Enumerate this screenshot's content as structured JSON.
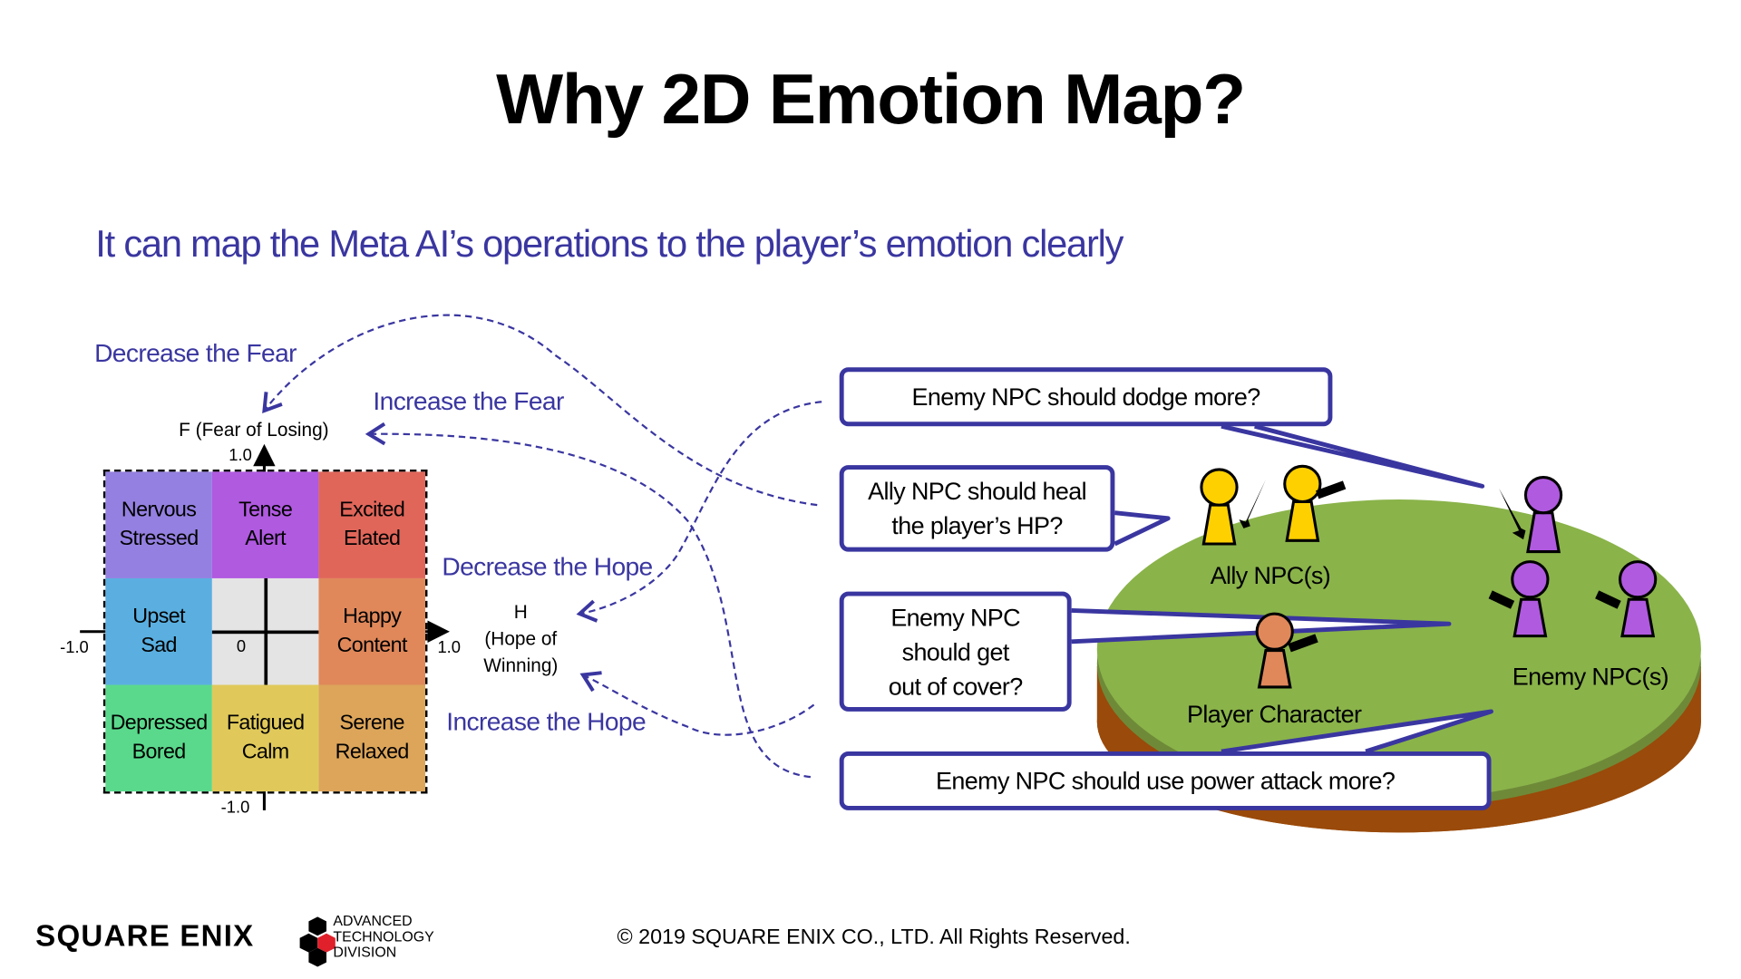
{
  "title": "Why 2D Emotion Map?",
  "subtitle": "It can map the Meta AI’s operations to the player’s emotion clearly",
  "arrows": {
    "decrease_fear": "Decrease the Fear",
    "increase_fear": "Increase the Fear",
    "decrease_hope": "Decrease the Hope",
    "increase_hope": "Increase the Hope"
  },
  "emotion_map": {
    "y_axis_label": "F (Fear of Losing)",
    "y_max": "1.0",
    "y_min": "-1.0",
    "x_min": "-1.0",
    "x_max": "1.0",
    "origin": "0",
    "x_axis_label": [
      "H",
      "(Hope of",
      "Winning)"
    ],
    "cells": [
      {
        "l1": "Nervous",
        "l2": "Stressed",
        "color": "#9480e0"
      },
      {
        "l1": "Tense",
        "l2": "Alert",
        "color": "#b05ae0"
      },
      {
        "l1": "Excited",
        "l2": "Elated",
        "color": "#e0665a"
      },
      {
        "l1": "Upset",
        "l2": "Sad",
        "color": "#5aafe0"
      },
      {
        "l1": "",
        "l2": "",
        "color": "#e4e4e4"
      },
      {
        "l1": "Happy",
        "l2": "Content",
        "color": "#e0885a"
      },
      {
        "l1": "Depressed",
        "l2": "Bored",
        "color": "#5ad98c"
      },
      {
        "l1": "Fatigued",
        "l2": "Calm",
        "color": "#e0c95a"
      },
      {
        "l1": "Serene",
        "l2": "Relaxed",
        "color": "#dca55a"
      }
    ]
  },
  "bubbles": {
    "dodge": "Enemy NPC should dodge more?",
    "heal": [
      "Ally NPC should heal",
      "the player’s HP?"
    ],
    "cover": [
      "Enemy NPC",
      "should get",
      "out of cover?"
    ],
    "power": "Enemy NPC should use power attack more?"
  },
  "scene": {
    "ally": "Ally NPC(s)",
    "enemy": "Enemy NPC(s)",
    "player": "Player Character"
  },
  "footer": {
    "logo": "SQUARE ENIX",
    "division": [
      "ADVANCED",
      "TECHNOLOGY",
      "DIVISION"
    ],
    "copyright": "© 2019 SQUARE ENIX CO., LTD. All Rights Reserved."
  },
  "colors": {
    "accent": "#3a36a0",
    "grass": "#8ab34a",
    "soil": "#9a4a0a",
    "ally": "#ffd000",
    "enemy": "#b05ae0",
    "player": "#e0885a"
  }
}
